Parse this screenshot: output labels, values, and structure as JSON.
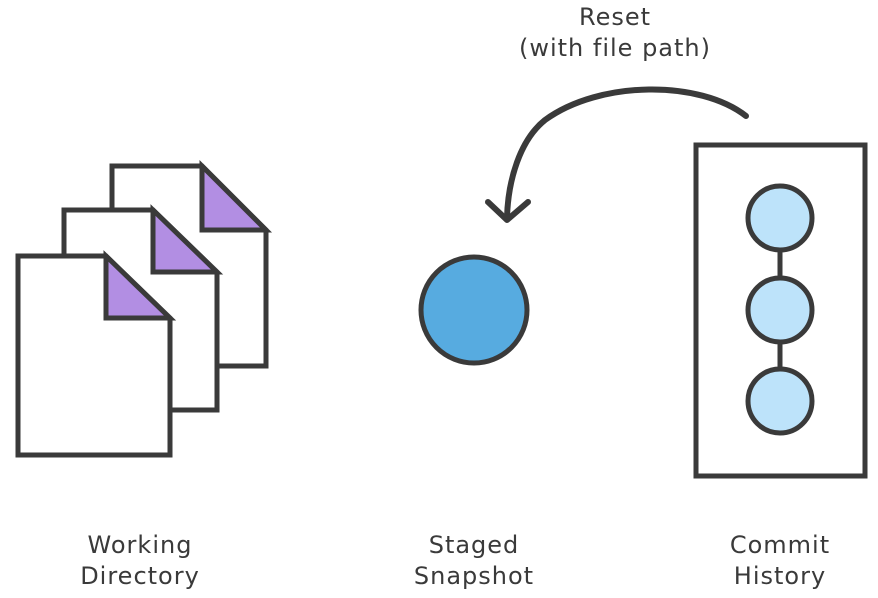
{
  "arrow": {
    "line1": "Reset",
    "line2": "(with file path)"
  },
  "working_directory": {
    "line1": "Working",
    "line2": "Directory",
    "file_count": 3
  },
  "staged_snapshot": {
    "line1": "Staged",
    "line2": "Snapshot"
  },
  "commit_history": {
    "line1": "Commit",
    "line2": "History",
    "commit_count": 3
  },
  "colors": {
    "stroke": "#3a3a3a",
    "file_fill": "#ffffff",
    "file_corner": "#b28ee3",
    "snapshot_fill": "#57abe0",
    "commit_fill": "#bde3fa"
  }
}
